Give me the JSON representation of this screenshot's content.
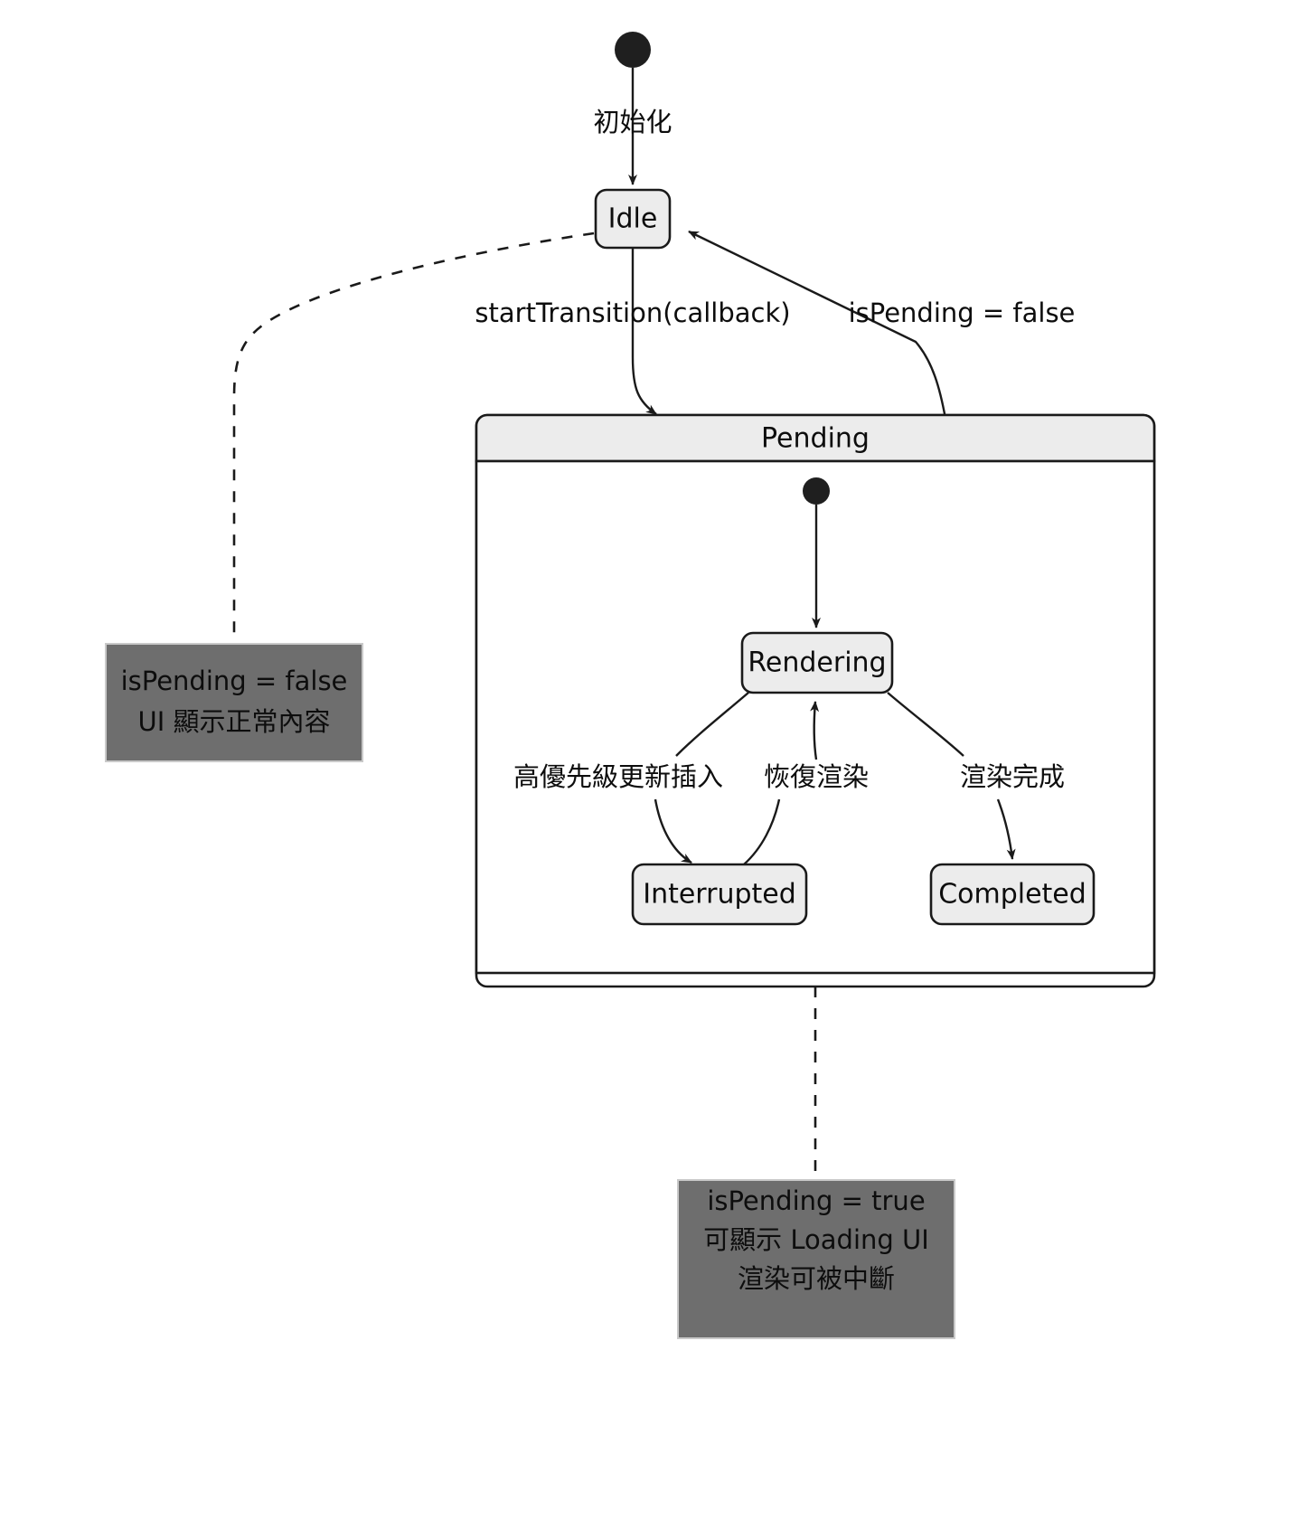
{
  "diagram": {
    "type": "uml-state-machine",
    "title": "React useTransition state machine",
    "colors": {
      "state_fill": "#ececec",
      "state_stroke": "#1a1a1a",
      "composite_fill": "#ffffff",
      "composite_header_fill": "#ececec",
      "note_fill": "#6e6e6e",
      "note_stroke": "#c9c9c9",
      "edge_stroke": "#1a1a1a",
      "initial_node_fill": "#1f1f1f",
      "background": "#ffffff"
    },
    "nodes": {
      "start_outer": {
        "kind": "initial-node",
        "label": ""
      },
      "idle": {
        "kind": "state",
        "label": "Idle"
      },
      "pending": {
        "kind": "composite-state",
        "label": "Pending"
      },
      "start_inner": {
        "kind": "initial-node",
        "label": ""
      },
      "rendering": {
        "kind": "state",
        "label": "Rendering"
      },
      "interrupted": {
        "kind": "state",
        "label": "Interrupted"
      },
      "completed": {
        "kind": "state",
        "label": "Completed"
      }
    },
    "transitions": [
      {
        "id": "t-init",
        "from": "start_outer",
        "to": "idle",
        "label": "初始化",
        "style": "solid"
      },
      {
        "id": "t-start-transition",
        "from": "idle",
        "to": "pending",
        "label": "startTransition(callback)",
        "style": "solid"
      },
      {
        "id": "t-pending-to-idle",
        "from": "pending",
        "to": "idle",
        "label": "isPending = false",
        "style": "solid"
      },
      {
        "id": "t-inner-init",
        "from": "start_inner",
        "to": "rendering",
        "label": "",
        "style": "solid"
      },
      {
        "id": "t-interrupt",
        "from": "rendering",
        "to": "interrupted",
        "label": "高優先級更新插入",
        "style": "solid"
      },
      {
        "id": "t-resume",
        "from": "interrupted",
        "to": "rendering",
        "label": "恢復渲染",
        "style": "solid"
      },
      {
        "id": "t-complete",
        "from": "rendering",
        "to": "completed",
        "label": "渲染完成",
        "style": "solid"
      }
    ],
    "notes": [
      {
        "id": "note-idle",
        "attached_to": "idle",
        "link_style": "dashed",
        "lines": [
          "isPending = false",
          "UI 顯示正常內容"
        ]
      },
      {
        "id": "note-pending",
        "attached_to": "pending",
        "link_style": "dashed",
        "lines": [
          "isPending = true",
          "可顯示 Loading UI",
          "渲染可被中斷"
        ]
      }
    ]
  }
}
